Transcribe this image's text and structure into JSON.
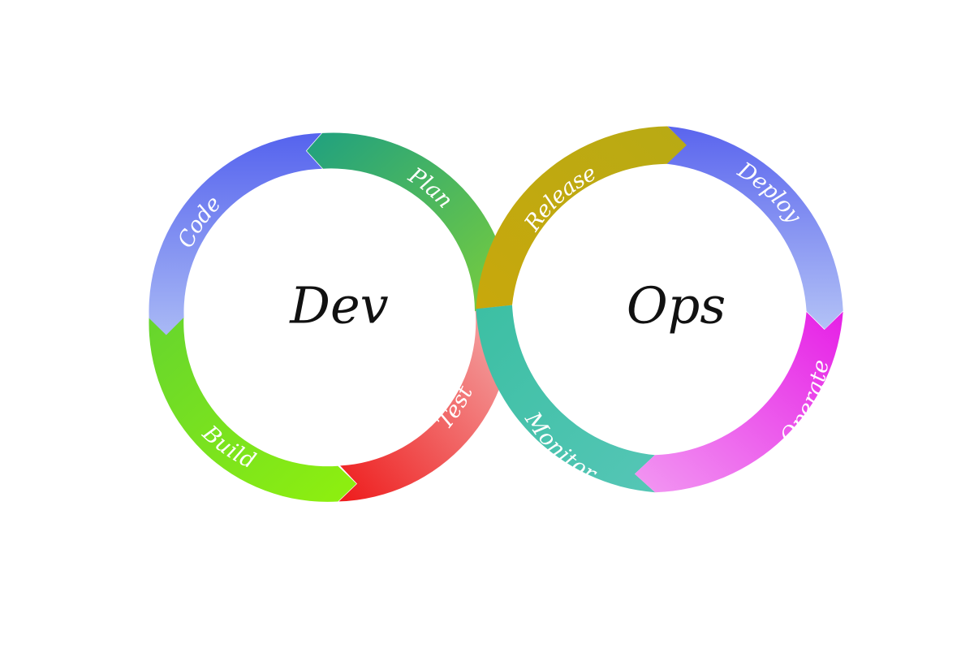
{
  "center": {
    "left": "Dev",
    "right": "Ops"
  },
  "stages": [
    {
      "id": "plan",
      "label": "Plan",
      "color_start": "#1fa080",
      "color_end": "#7ccf3a"
    },
    {
      "id": "code",
      "label": "Code",
      "color_start": "#a9b9f5",
      "color_end": "#5563ee"
    },
    {
      "id": "build",
      "label": "Build",
      "color_start": "#66d52e",
      "color_end": "#8ff00e"
    },
    {
      "id": "test",
      "label": "Test",
      "color_start": "#ee1b1b",
      "color_end": "#f4b3b3"
    },
    {
      "id": "release",
      "label": "Release",
      "color_start": "#c8a80c",
      "color_end": "#b8aa14"
    },
    {
      "id": "deploy",
      "label": "Deploy",
      "color_start": "#5a65ee",
      "color_end": "#b3c2f6"
    },
    {
      "id": "operate",
      "label": "Operate",
      "color_start": "#e620e6",
      "color_end": "#f298f2"
    },
    {
      "id": "monitor",
      "label": "Monitor",
      "color_start": "#3cbfa3",
      "color_end": "#55c6b6"
    }
  ]
}
